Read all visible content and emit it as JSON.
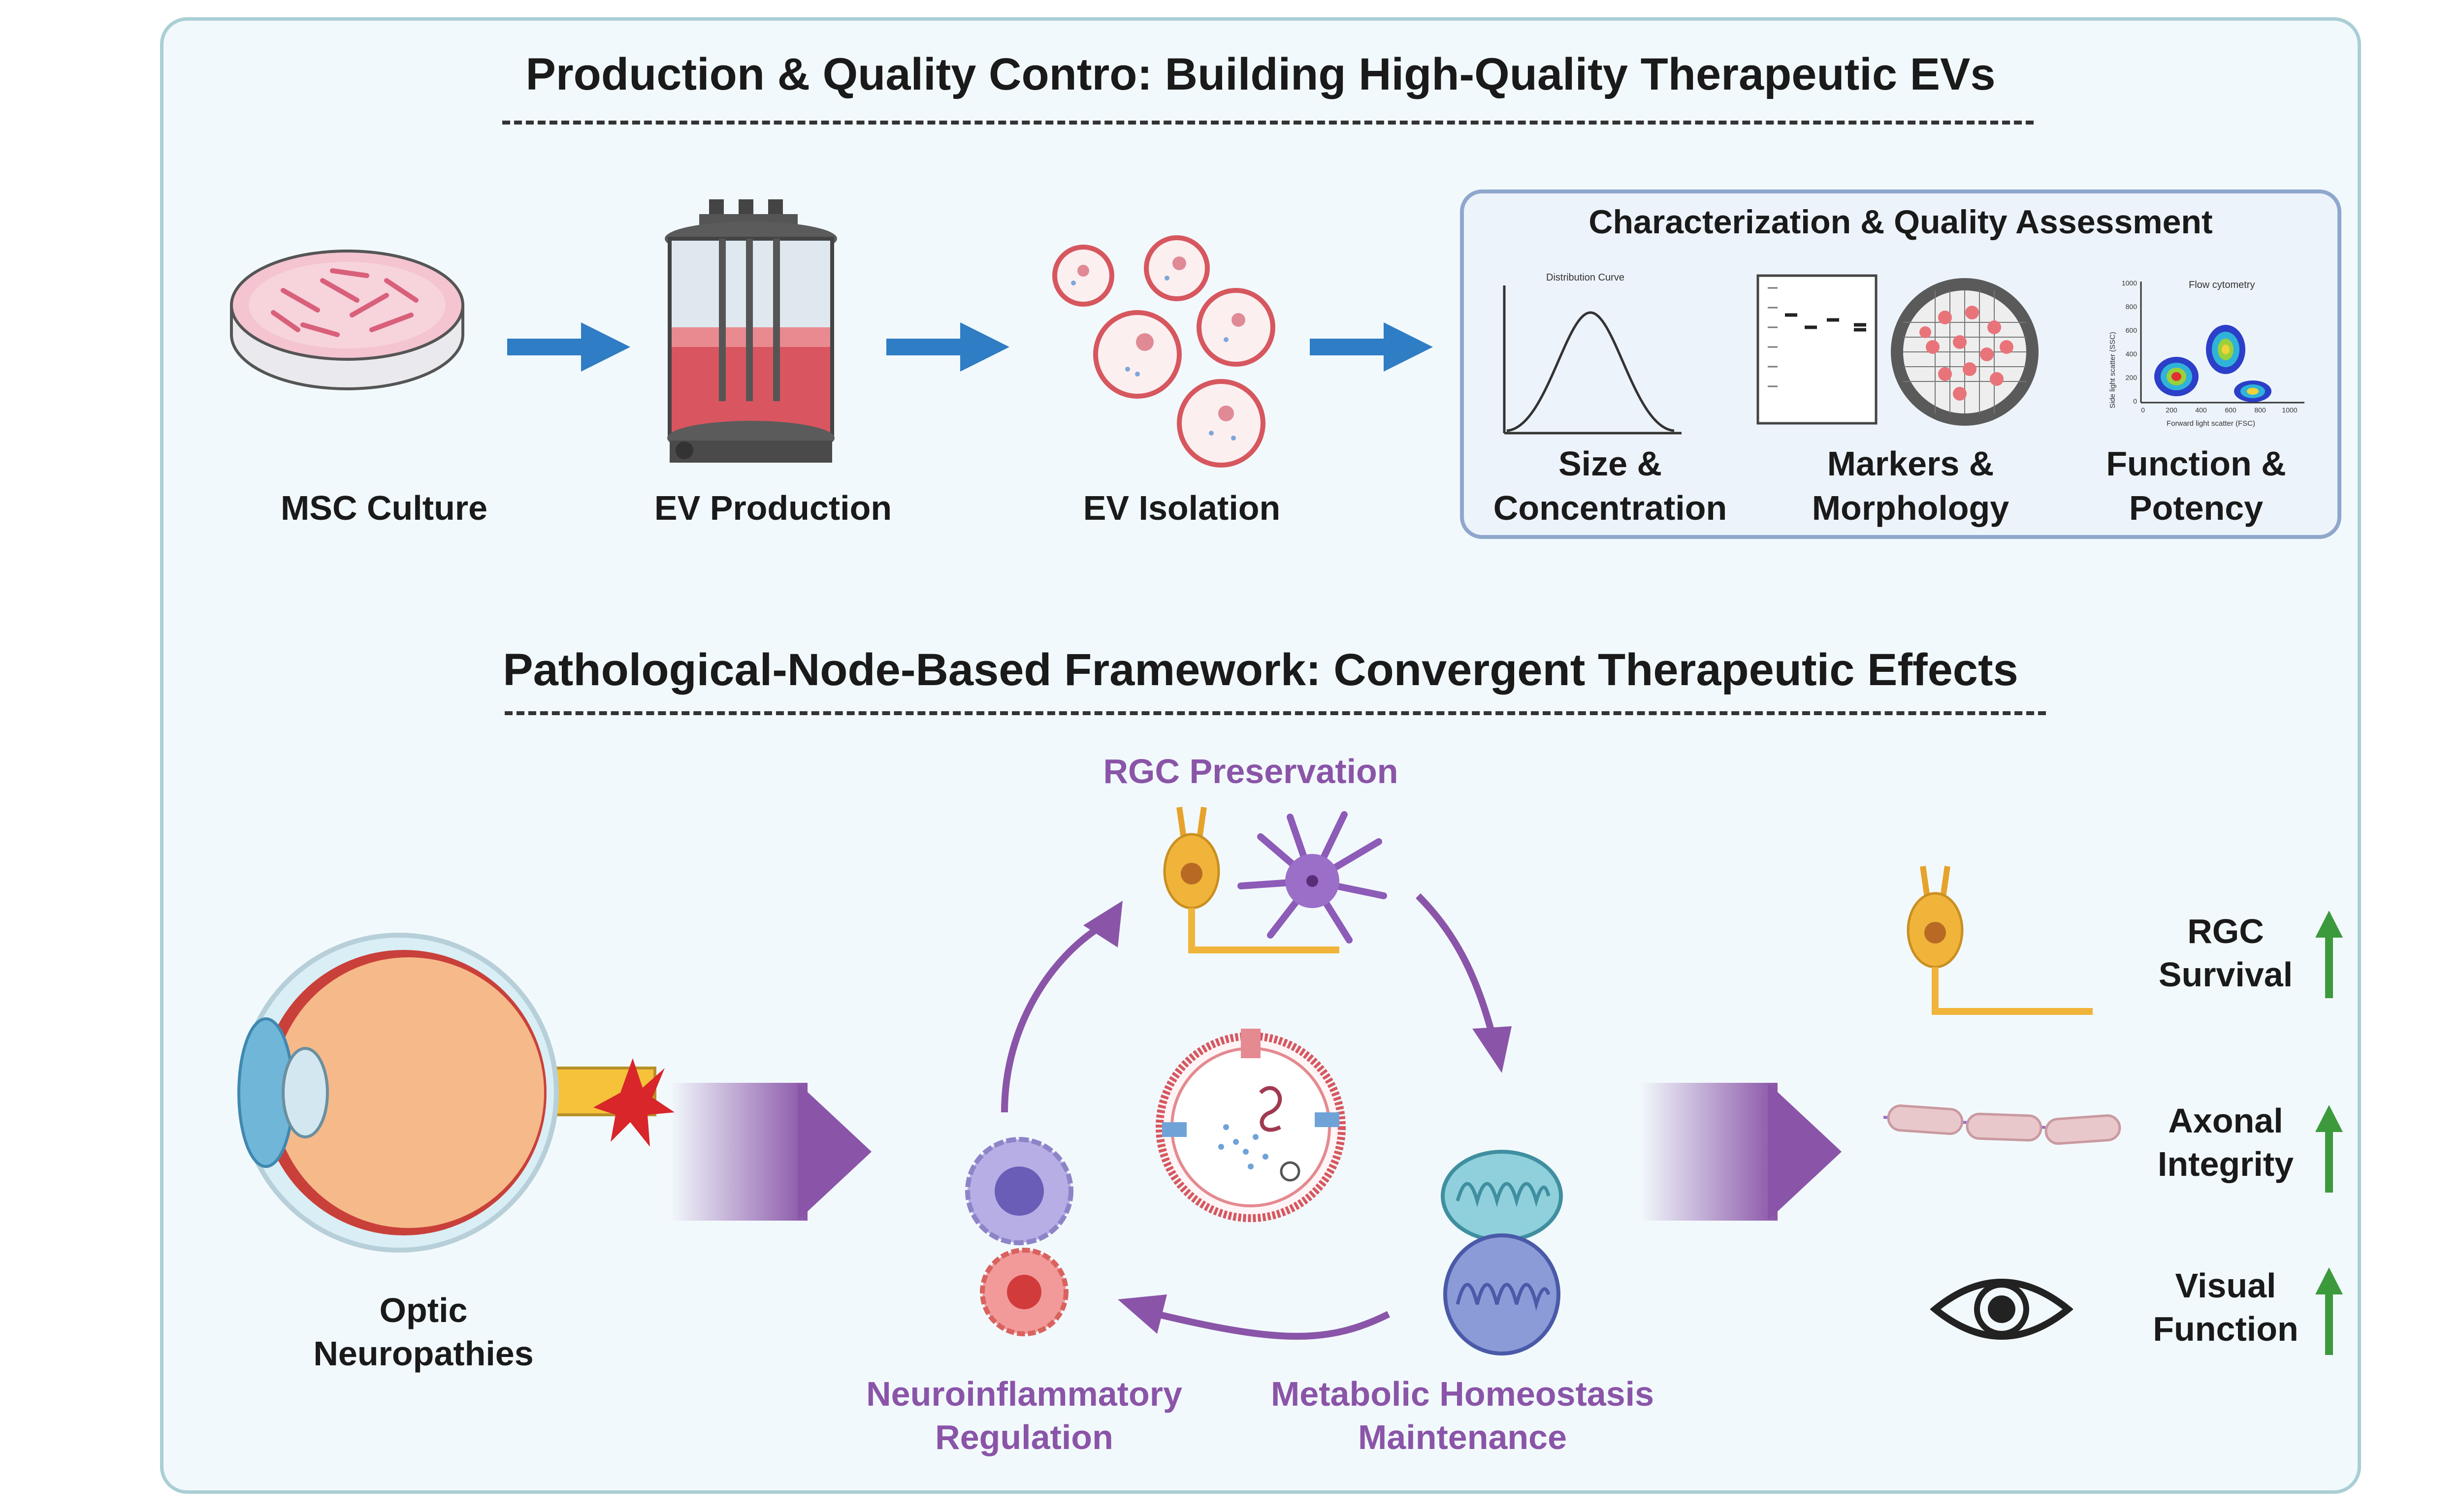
{
  "colors": {
    "panel_bg": "#f2f9fc",
    "panel_border": "#a9cfd4",
    "box_border": "#8fa7cc",
    "blue_arrow": "#2f7dc4",
    "purple": "#8a55a8",
    "green_up": "#3c9a3c"
  },
  "section1": {
    "title": "Production & Quality Contro: Building High-Quality Therapeutic EVs",
    "steps": {
      "msc": "MSC Culture",
      "production": "EV Production",
      "isolation": "EV Isolation"
    },
    "qa": {
      "title": "Characterization  & Quality Assessment",
      "size_line1": "Size &",
      "size_line2": "Concentration",
      "markers_line1": "Markers &",
      "markers_line2": "Morphology",
      "function_line1": "Function &",
      "function_line2": "Potency",
      "curve_title": "Distribution Curve",
      "flow_title": "Flow cytometry",
      "flow_xlabel": "Forward light scatter (FSC)",
      "flow_ylabel": "Side light scatter (SSC)",
      "flow_yticks": [
        "1000",
        "800",
        "600",
        "400",
        "200",
        "0"
      ],
      "flow_xticks": [
        "0",
        "200",
        "400",
        "600",
        "800",
        "1000"
      ]
    }
  },
  "section2": {
    "title": "Pathological-Node-Based Framework: Convergent Therapeutic Effects",
    "left_line1": "Optic",
    "left_line2": "Neuropathies",
    "rgc_preservation": "RGC Preservation",
    "neuro_line1": "Neuroinflammatory",
    "neuro_line2": "Regulation",
    "meta_line1": "Metabolic Homeostasis",
    "meta_line2": "Maintenance",
    "outcomes": [
      {
        "line1": "RGC",
        "line2": "Survival",
        "icon": "up-arrow-icon"
      },
      {
        "line1": "Axonal",
        "line2": "Integrity",
        "icon": "up-arrow-icon"
      },
      {
        "line1": "Visual",
        "line2": "Function",
        "icon": "up-arrow-icon"
      }
    ]
  }
}
